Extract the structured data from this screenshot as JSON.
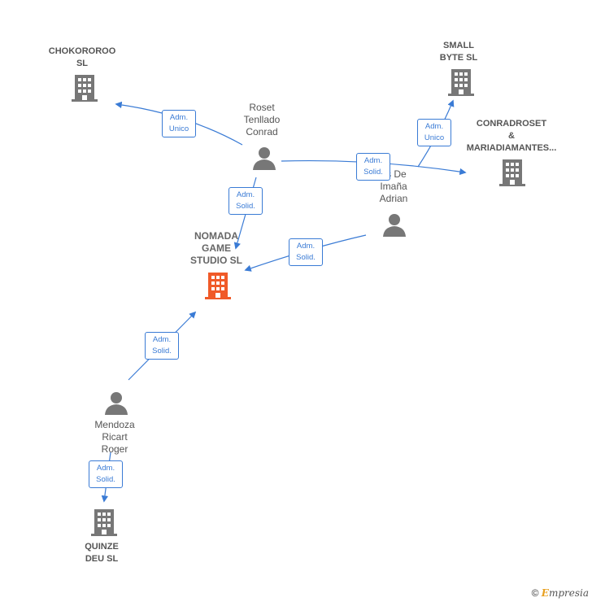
{
  "nodes": {
    "chokororoo": {
      "label": "CHOKOROROO\nSL"
    },
    "small_byte": {
      "label": "SMALL\nBYTE  SL"
    },
    "conradroset": {
      "label": "CONRADROSET\n&\nMARIADIAMANTES..."
    },
    "roset": {
      "label": "Roset\nTenllado\nConrad"
    },
    "martinez": {
      "label": "as De\nImaña\nAdrian"
    },
    "nomada": {
      "label": "NOMADA\nGAME\nSTUDIO  SL"
    },
    "mendoza": {
      "label": "Mendoza\nRicart\nRoger"
    },
    "quinze": {
      "label": "QUINZE\nDEU  SL"
    }
  },
  "edges": {
    "roset_chokororoo": "Adm.\nUnico",
    "roset_nomada": "Adm.\nSolid.",
    "roset_conradroset": "Adm.\nSolid.",
    "martinez_small_byte": "Adm.\nUnico",
    "martinez_nomada": "Adm.\nSolid.",
    "mendoza_nomada": "Adm.\nSolid.",
    "mendoza_quinze": "Adm.\nSolid."
  },
  "colors": {
    "edge": "#3a7bd5",
    "company_icon": "#777777",
    "focus_icon": "#f05a28",
    "person_icon": "#777777"
  },
  "footer": {
    "copyright": "©",
    "brand_initial": "E",
    "brand_rest": "mpresia"
  }
}
